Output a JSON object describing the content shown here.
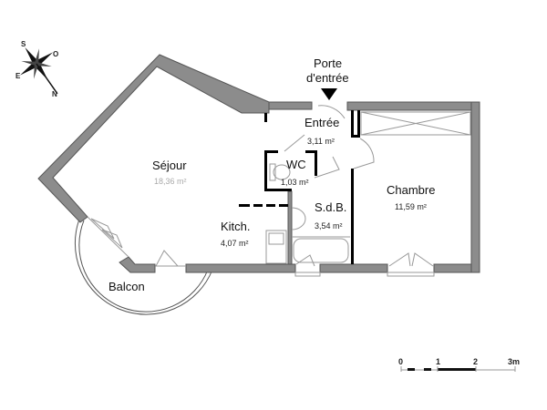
{
  "plan": {
    "entrance": {
      "label": "Porte d'entrée",
      "line1": "Porte",
      "line2": "d'entrée",
      "marker": "arrow-down-icon"
    },
    "rooms": [
      {
        "name": "Séjour",
        "area": "18,36 m²"
      },
      {
        "name": "Entrée",
        "area": "3,11 m²"
      },
      {
        "name": "WC",
        "area": "1,03 m²"
      },
      {
        "name": "S.d.B.",
        "area": "3,54 m²"
      },
      {
        "name": "Kitch.",
        "area": "4,07 m²"
      },
      {
        "name": "Chambre",
        "area": "11,59 m²"
      },
      {
        "name": "Balcon",
        "area": ""
      }
    ]
  },
  "compass": {
    "labels": {
      "n": "N",
      "s": "S",
      "e": "E",
      "o": "O"
    }
  },
  "scale_bar": {
    "ticks": [
      "0",
      "1",
      "2",
      "3m"
    ]
  },
  "colors": {
    "wall": "#8c8c8c",
    "line": "#999999",
    "text": "#111111"
  }
}
